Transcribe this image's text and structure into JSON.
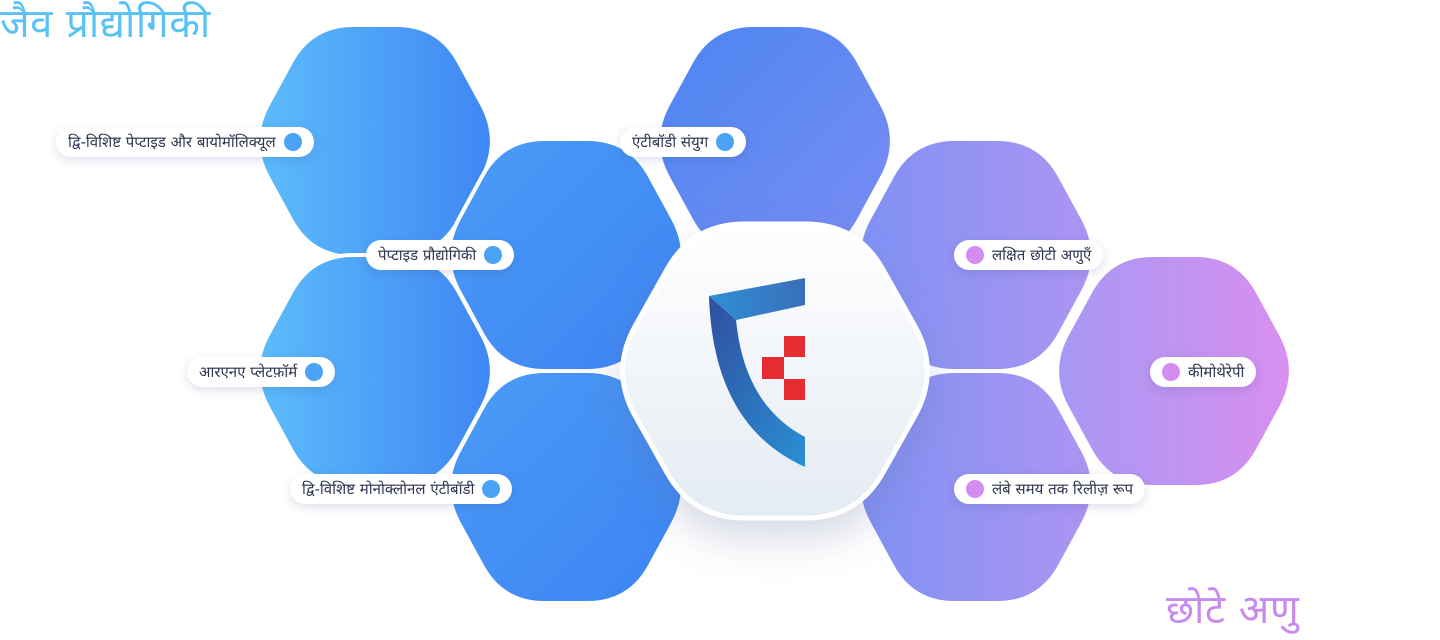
{
  "titles": {
    "biotech": "जैव प्रौद्योगिकी",
    "small_molecules": "छोटे अणु"
  },
  "colors": {
    "biotech_title": "#59c2f5",
    "small_title": "#c98af0",
    "blue_dot": "#4aa3f5",
    "violet_dot": "#d38cf0",
    "logo_blue_dark": "#2a59a6",
    "logo_blue_light": "#2690d6",
    "logo_red": "#e42d32"
  },
  "labels": {
    "bispecific_peptides": "द्वि-विशिष्ट पेप्टाइड और बायोमॉलिक्यूल",
    "antibody_conjugates": "एंटीबॉडी संयुग",
    "peptide_technology": "पेप्टाइड प्रौद्योगिकी",
    "rna_platform": "आरएनए प्लेटफ़ॉर्म",
    "bispecific_antibodies": "द्वि-विशिष्ट मोनोक्लोनल एंटीबॉडी",
    "targeted_small_molecules": "लक्षित छोटी अणुएँ",
    "chemotherapy": "कीमोथेरेपी",
    "long_release": "लंबे समय तक रिलीज़ रूप"
  },
  "center_logo": {
    "icon": "shield-logo-icon"
  }
}
